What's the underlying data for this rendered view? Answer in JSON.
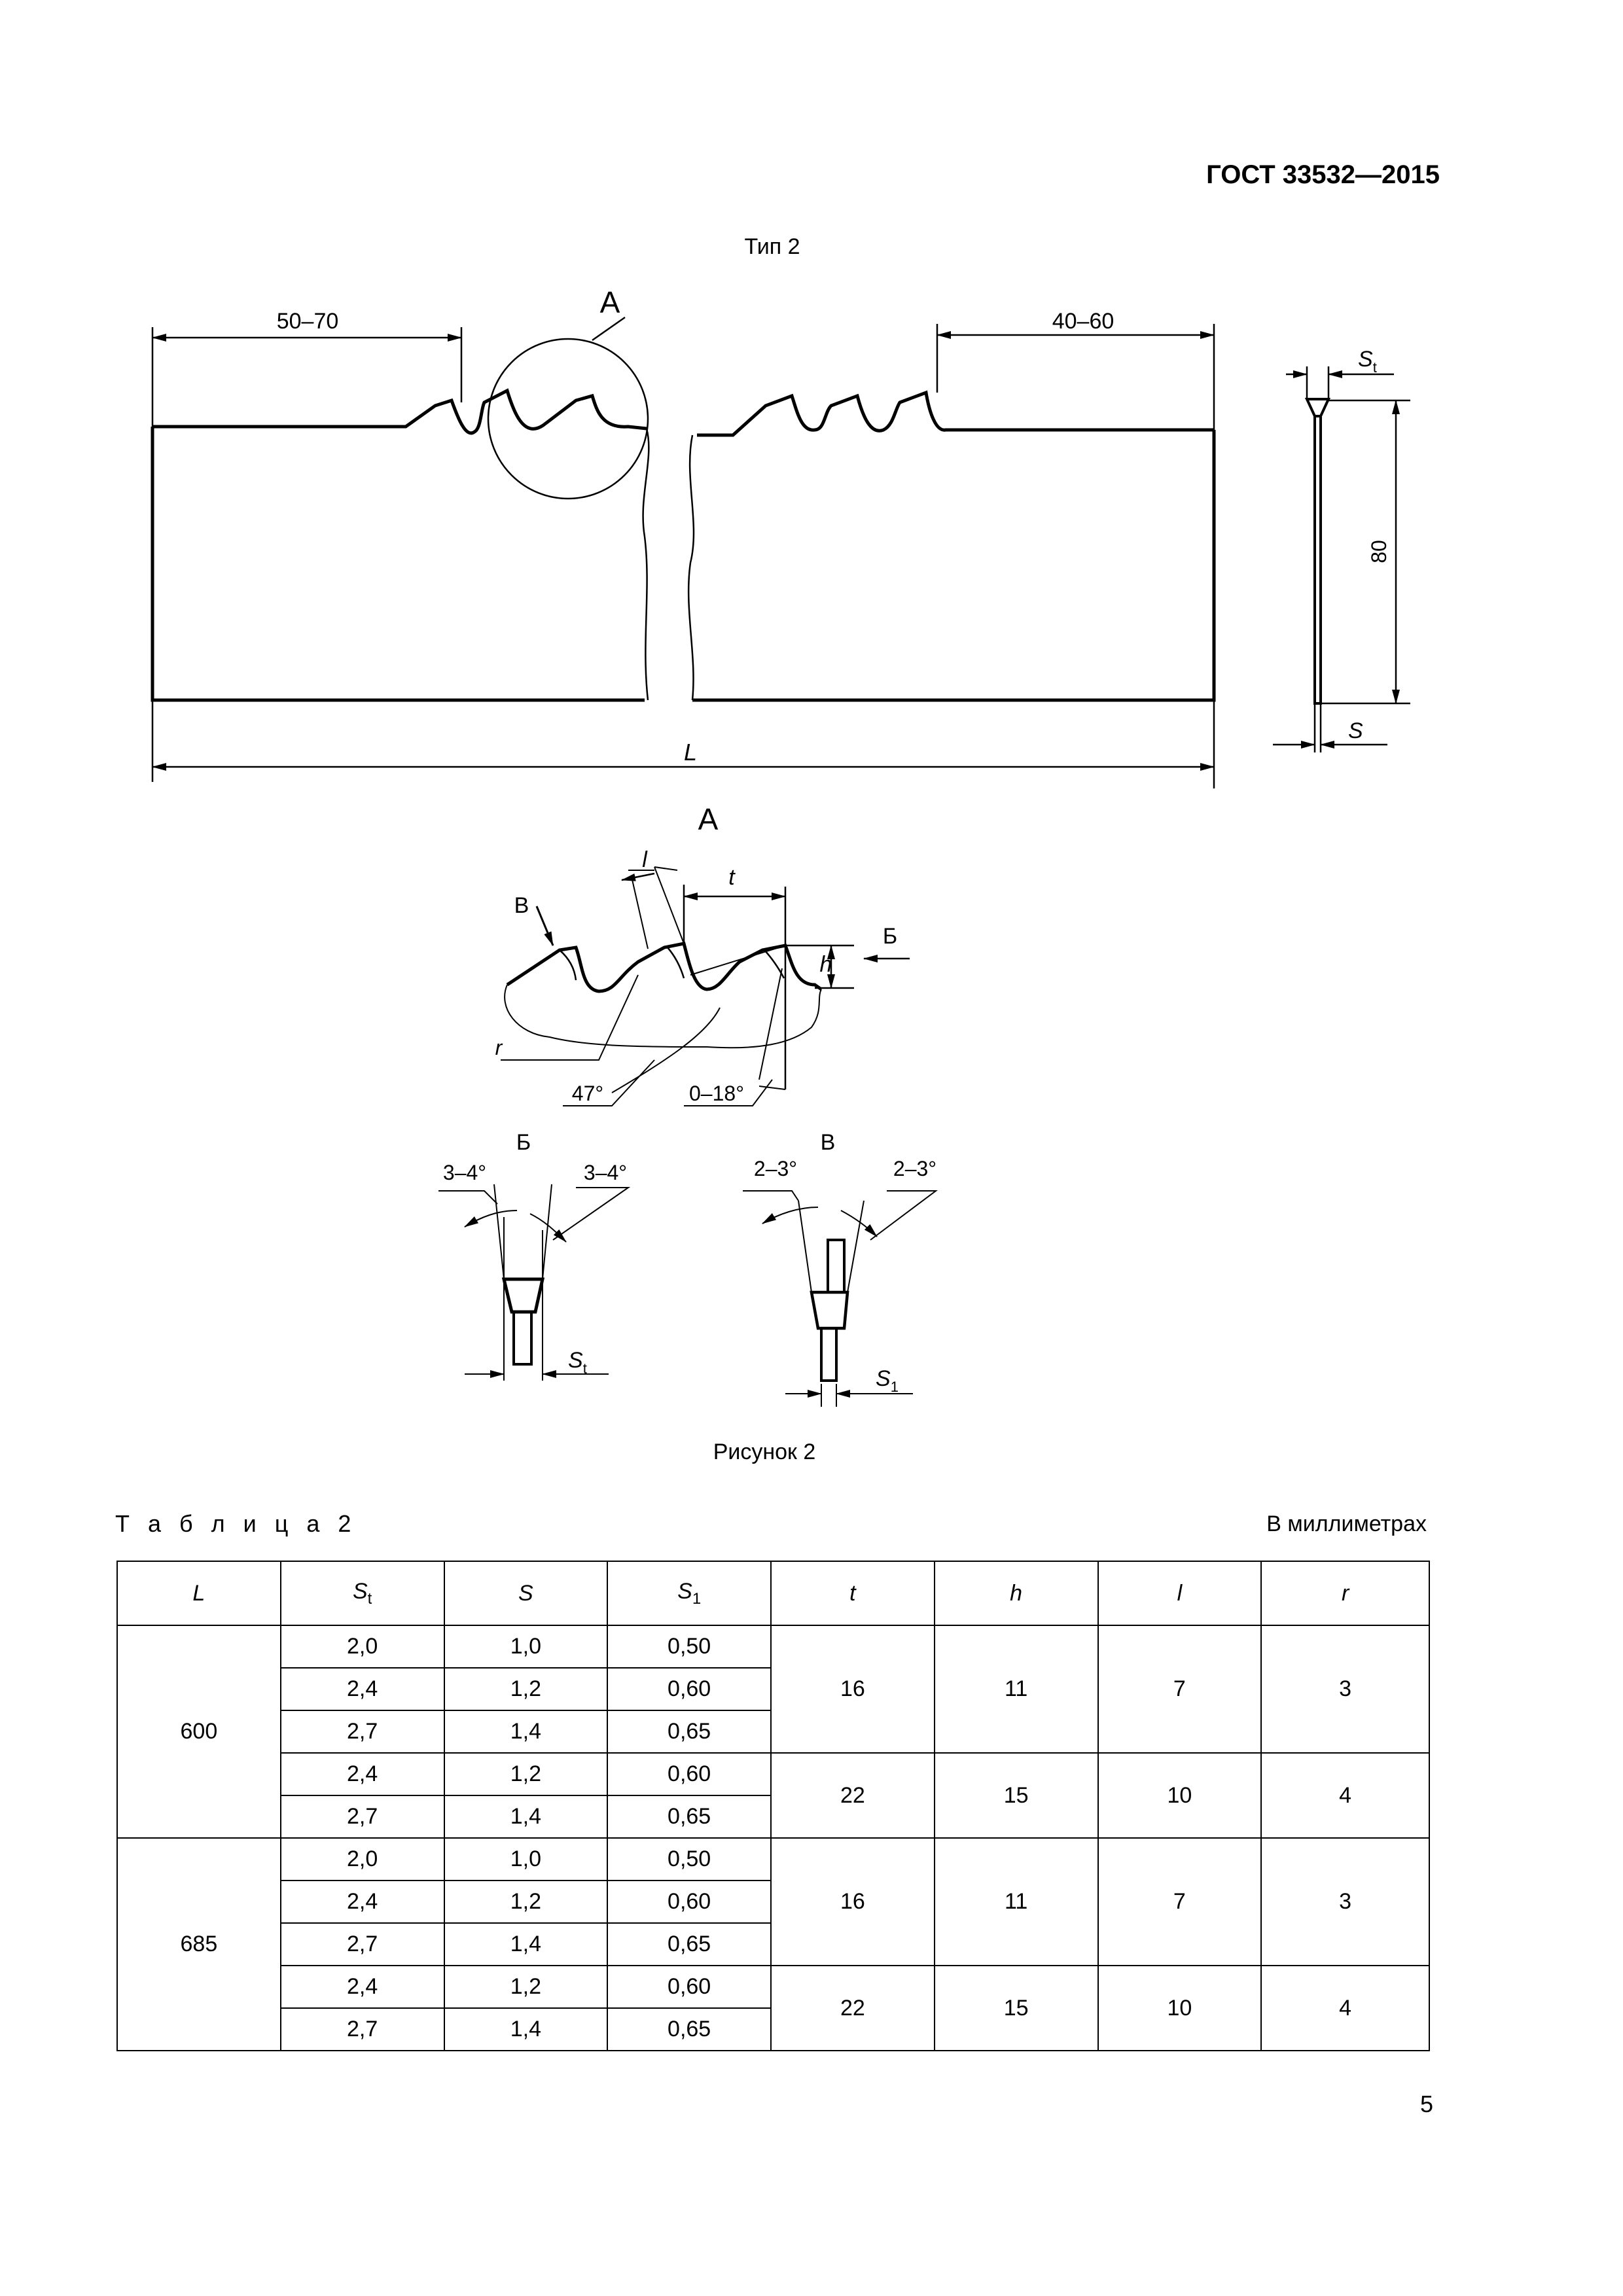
{
  "header": {
    "standard": "ГОСТ 33532—2015"
  },
  "figure": {
    "type_title": "Тип 2",
    "caption": "Рисунок 2",
    "main_view": {
      "dim_left": "50–70",
      "dim_right": "40–60",
      "dim_length": "L",
      "detail_marker": "A"
    },
    "side_view": {
      "dim_tooth_width": "S",
      "dim_tooth_width_sub": "t",
      "dim_height": "80",
      "dim_thickness": "S"
    },
    "detail_a": {
      "title": "А",
      "label_l": "l",
      "label_t": "t",
      "label_h": "h",
      "label_r": "r",
      "arrow_v": "В",
      "arrow_b": "Б",
      "angle_47": "47°",
      "angle_rake": "0–18°"
    },
    "view_b": {
      "title": "Б",
      "angle_left": "3–4°",
      "angle_right": "3–4°",
      "dim_label": "S",
      "dim_sub": "t"
    },
    "view_v": {
      "title": "В",
      "angle_left": "2–3°",
      "angle_right": "2–3°",
      "dim_label": "S",
      "dim_sub": "1"
    }
  },
  "table": {
    "caption": "Т а б л и ц а  2",
    "units": "В миллиметрах",
    "headers": [
      {
        "main": "L",
        "sub": ""
      },
      {
        "main": "S",
        "sub": "t"
      },
      {
        "main": "S",
        "sub": ""
      },
      {
        "main": "S",
        "sub": "1"
      },
      {
        "main": "t",
        "sub": ""
      },
      {
        "main": "h",
        "sub": ""
      },
      {
        "main": "l",
        "sub": ""
      },
      {
        "main": "r",
        "sub": ""
      }
    ],
    "groups": [
      {
        "L": "600",
        "subgroups": [
          {
            "t": "16",
            "h": "11",
            "l": "7",
            "r": "3",
            "rows": [
              [
                "2,0",
                "1,0",
                "0,50"
              ],
              [
                "2,4",
                "1,2",
                "0,60"
              ],
              [
                "2,7",
                "1,4",
                "0,65"
              ]
            ]
          },
          {
            "t": "22",
            "h": "15",
            "l": "10",
            "r": "4",
            "rows": [
              [
                "2,4",
                "1,2",
                "0,60"
              ],
              [
                "2,7",
                "1,4",
                "0,65"
              ]
            ]
          }
        ]
      },
      {
        "L": "685",
        "subgroups": [
          {
            "t": "16",
            "h": "11",
            "l": "7",
            "r": "3",
            "rows": [
              [
                "2,0",
                "1,0",
                "0,50"
              ],
              [
                "2,4",
                "1,2",
                "0,60"
              ],
              [
                "2,7",
                "1,4",
                "0,65"
              ]
            ]
          },
          {
            "t": "22",
            "h": "15",
            "l": "10",
            "r": "4",
            "rows": [
              [
                "2,4",
                "1,2",
                "0,60"
              ],
              [
                "2,7",
                "1,4",
                "0,65"
              ]
            ]
          }
        ]
      }
    ]
  },
  "footer": {
    "page_number": "5"
  }
}
